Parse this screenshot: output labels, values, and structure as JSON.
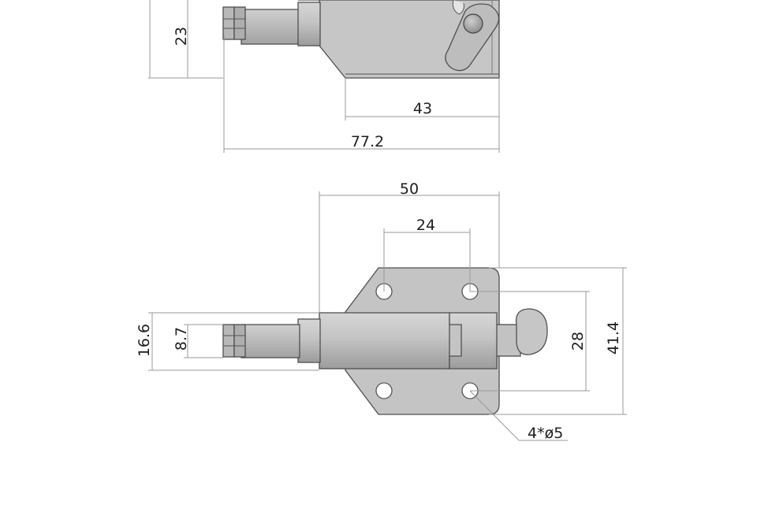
{
  "drawing": {
    "top_view": {
      "dim_height": "23",
      "dim_base": "43",
      "dim_total": "77.2"
    },
    "front_view": {
      "dim_width": "50",
      "dim_hole_spacing_x": "24",
      "dim_hole_spacing_y": "28",
      "dim_height": "41.4",
      "dim_collar": "16.6",
      "dim_pin": "8.7",
      "hole_callout": "4*ø5"
    }
  },
  "colors": {
    "part_fill": "#c8c8c8",
    "part_shadow": "#a9a9a9",
    "outline": "#4f4f4f",
    "dimension": "#9a9a9a",
    "text": "#1e1e1e"
  }
}
